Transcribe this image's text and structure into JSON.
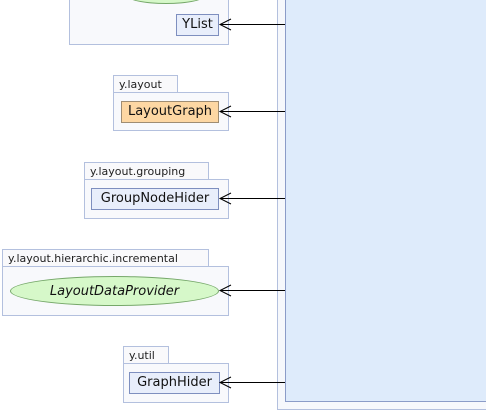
{
  "packages": [
    {
      "id": "y-base",
      "label": "",
      "class": "YList",
      "kind": "class"
    },
    {
      "id": "y-layout",
      "label": "y.layout",
      "class": "LayoutGraph",
      "kind": "class",
      "highlight": true
    },
    {
      "id": "y-layout-grouping",
      "label": "y.layout.grouping",
      "class": "GroupNodeHider",
      "kind": "class"
    },
    {
      "id": "y-layout-hierarchic-incremental",
      "label": "y.layout.hierarchic.incremental",
      "class": "LayoutDataProvider",
      "kind": "interface"
    },
    {
      "id": "y-util",
      "label": "y.util",
      "class": "GraphHider",
      "kind": "class"
    }
  ],
  "colors": {
    "class_fill": "#e8eefb",
    "class_highlight_fill": "#fdd7a3",
    "interface_fill": "#d6f8c9",
    "target_fill": "#deebfb",
    "package_border": "#b3c0de",
    "arrow": "#000000"
  }
}
